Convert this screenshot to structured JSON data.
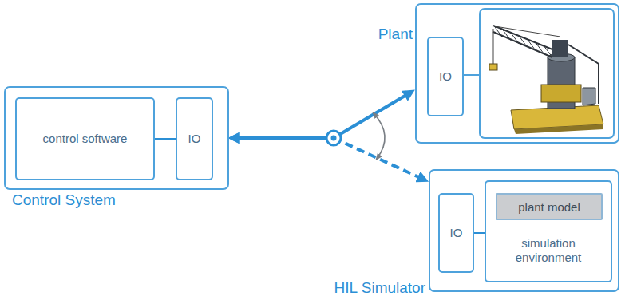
{
  "diagram": {
    "nodes": [
      {
        "text": [
          "Control System"
        ]
      },
      {
        "text": [
          "control software"
        ],
        "in": 0
      },
      {
        "text": [
          "IO"
        ],
        "in": 0
      },
      {
        "text": [
          "Plant"
        ]
      },
      {
        "text": [
          "IO"
        ],
        "in": 3
      },
      {
        "text": [
          "HIL Simulator"
        ]
      },
      {
        "text": [
          "IO"
        ],
        "in": 5
      },
      {
        "text": [
          "simulation environment"
        ],
        "in": 5
      },
      {
        "text": [
          "plant model"
        ],
        "in": 7
      }
    ],
    "edges": [
      {
        "from": 0,
        "to": 3,
        "arrow": "both"
      },
      {
        "from": 0,
        "to": 5,
        "arrow": "both"
      },
      {
        "from": 1,
        "to": 2,
        "arrow": "none"
      },
      {
        "from": 6,
        "to": 7,
        "arrow": "none"
      }
    ]
  }
}
